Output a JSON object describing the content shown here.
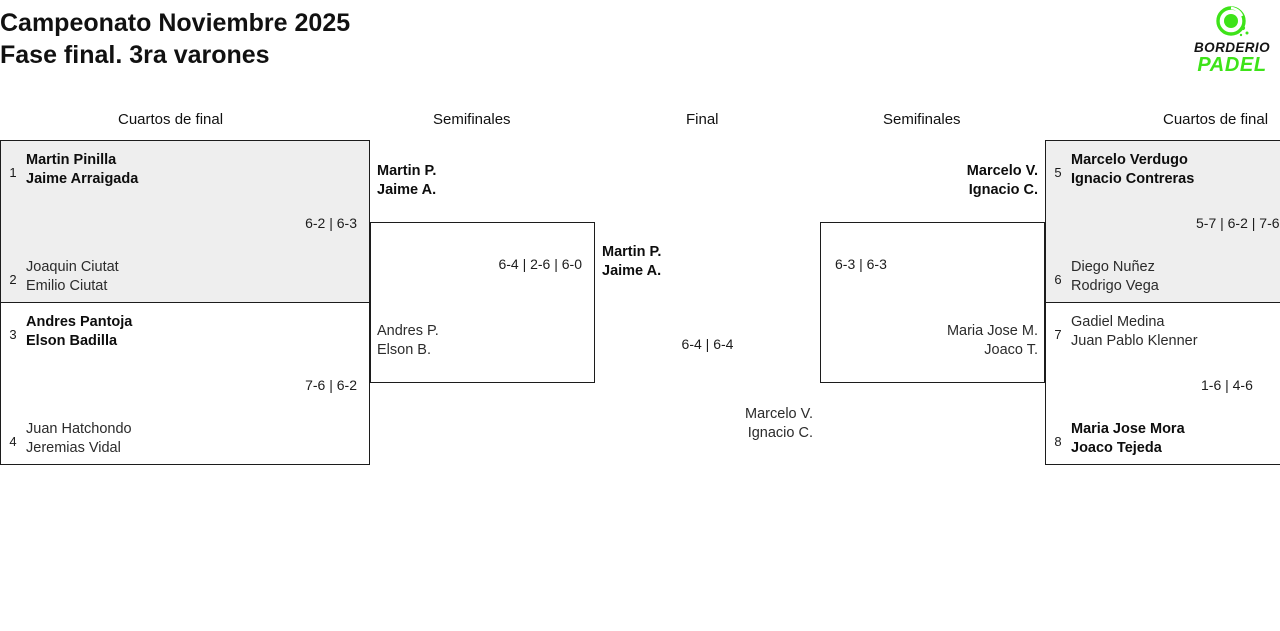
{
  "header": {
    "title_line1": "Campeonato Noviembre 2025",
    "title_line2": "Fase final. 3ra varones"
  },
  "logo": {
    "name_top": "BORDERIO",
    "name_bottom": "PADEL",
    "accent_color": "#3ee319",
    "text_color": "#141414"
  },
  "columns": {
    "qf_left": "Cuartos de final",
    "sf_left": "Semifinales",
    "final": "Final",
    "sf_right": "Semifinales",
    "qf_right": "Cuartos de final"
  },
  "bracket": {
    "type": "single-elimination",
    "rounds": 3,
    "quarterfinals_left": [
      {
        "score": "6-2 | 6-3",
        "shaded": true,
        "top": {
          "seed": "1",
          "p1": "Martin Pinilla",
          "p2": "Jaime Arraigada",
          "winner": true
        },
        "bottom": {
          "seed": "2",
          "p1": "Joaquin Ciutat",
          "p2": "Emilio Ciutat",
          "winner": false
        }
      },
      {
        "score": "7-6 | 6-2",
        "shaded": false,
        "top": {
          "seed": "3",
          "p1": "Andres Pantoja",
          "p2": "Elson Badilla",
          "winner": true
        },
        "bottom": {
          "seed": "4",
          "p1": "Juan Hatchondo",
          "p2": "Jeremias Vidal",
          "winner": false
        }
      }
    ],
    "quarterfinals_right": [
      {
        "score": "5-7 | 6-2 | 7-6",
        "shaded": true,
        "top": {
          "seed": "5",
          "p1": "Marcelo Verdugo",
          "p2": "Ignacio Contreras",
          "winner": true
        },
        "bottom": {
          "seed": "6",
          "p1": "Diego Nuñez",
          "p2": "Rodrigo Vega",
          "winner": false
        }
      },
      {
        "score": "1-6 | 4-6",
        "shaded": false,
        "top": {
          "seed": "7",
          "p1": "Gadiel Medina",
          "p2": "Juan Pablo Klenner",
          "winner": false
        },
        "bottom": {
          "seed": "8",
          "p1": "Maria Jose Mora",
          "p2": "Joaco Tejeda",
          "winner": true
        }
      }
    ],
    "semifinal_left": {
      "score": "6-4 | 2-6 | 6-0",
      "top": {
        "p1": "Martin P.",
        "p2": "Jaime A.",
        "winner": true
      },
      "bottom": {
        "p1": "Andres P.",
        "p2": "Elson B.",
        "winner": false
      }
    },
    "semifinal_right": {
      "score": "6-3 | 6-3",
      "top": {
        "p1": "Marcelo V.",
        "p2": "Ignacio C.",
        "winner": true
      },
      "bottom": {
        "p1": "Maria Jose M.",
        "p2": "Joaco T.",
        "winner": false
      }
    },
    "final_match": {
      "score": "6-4 | 6-4",
      "top": {
        "p1": "Martin P.",
        "p2": "Jaime A.",
        "winner": true
      },
      "bottom": {
        "p1": "Marcelo V.",
        "p2": "Ignacio C.",
        "winner": false
      }
    }
  }
}
